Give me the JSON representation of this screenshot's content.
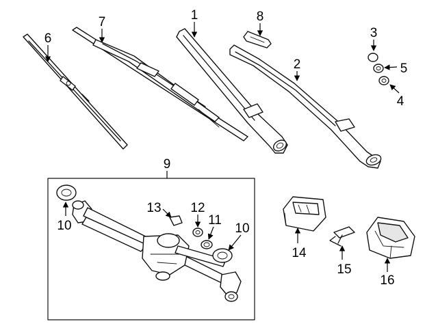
{
  "diagram": {
    "callouts": {
      "c1": "1",
      "c2": "2",
      "c3": "3",
      "c4": "4",
      "c5": "5",
      "c6": "6",
      "c7": "7",
      "c8": "8",
      "c9": "9",
      "c10a": "10",
      "c10b": "10",
      "c11": "11",
      "c12": "12",
      "c13": "13",
      "c14": "14",
      "c15": "15",
      "c16": "16"
    },
    "colors": {
      "ink": "#111111",
      "paper": "#ffffff",
      "shade": "#e6e6e6"
    }
  }
}
